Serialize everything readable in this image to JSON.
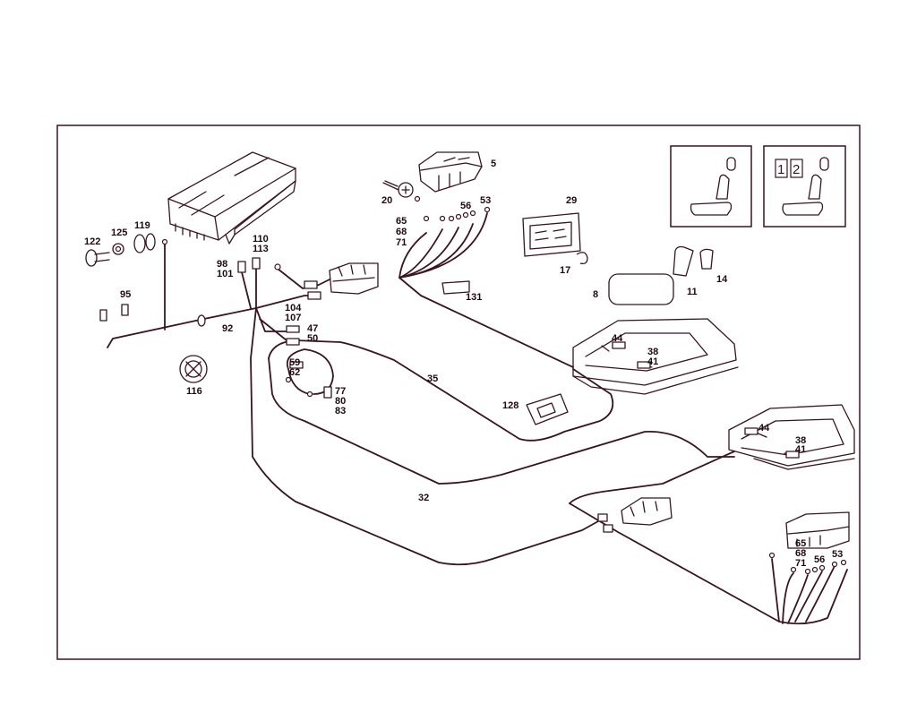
{
  "colors": {
    "line": "#3a1420",
    "background": "#ffffff"
  },
  "labels": {
    "l5": "5",
    "l20": "20",
    "l65a": "65",
    "l68a": "68",
    "l71a": "71",
    "l56a": "56",
    "l53a": "53",
    "l29": "29",
    "l17": "17",
    "l131": "131",
    "l8": "8",
    "l11": "11",
    "l14": "14",
    "l122": "122",
    "l125": "125",
    "l119": "119",
    "l95": "95",
    "l92": "92",
    "l116": "116",
    "l98": "98",
    "l101": "101",
    "l110": "110",
    "l113": "113",
    "l104": "104",
    "l107": "107",
    "l47": "47",
    "l50": "50",
    "l59": "59",
    "l62": "62",
    "l77": "77",
    "l80": "80",
    "l83": "83",
    "l35": "35",
    "l128": "128",
    "l32": "32",
    "l44a": "44",
    "l38a": "38",
    "l41a": "41",
    "l44b": "44",
    "l38b": "38",
    "l41b": "41",
    "l65b": "65",
    "l68b": "68",
    "l71b": "71",
    "l56b": "56",
    "l53b": "53"
  },
  "inset_right": {
    "digit1": "1",
    "digit2": "2"
  }
}
